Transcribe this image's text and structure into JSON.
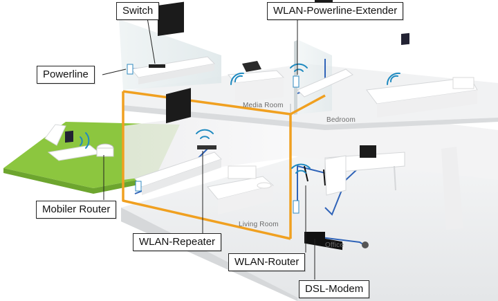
{
  "labels": {
    "switch": "Switch",
    "wlan_powerline_extender": "WLAN-Powerline-Extender",
    "powerline": "Powerline",
    "mobiler_router": "Mobiler Router",
    "wlan_repeater": "WLAN-Repeater",
    "wlan_router": "WLAN-Router",
    "dsl_modem": "DSL-Modem"
  },
  "rooms": {
    "media_room": "Media Room",
    "bedroom": "Bedroom",
    "living_room": "Living Room",
    "office": "Office"
  },
  "colors": {
    "powerline_cable": "#f0a020",
    "network_cable": "#2f63b8",
    "lawn": "#8cc63f",
    "wifi": "#1f8ac0"
  }
}
